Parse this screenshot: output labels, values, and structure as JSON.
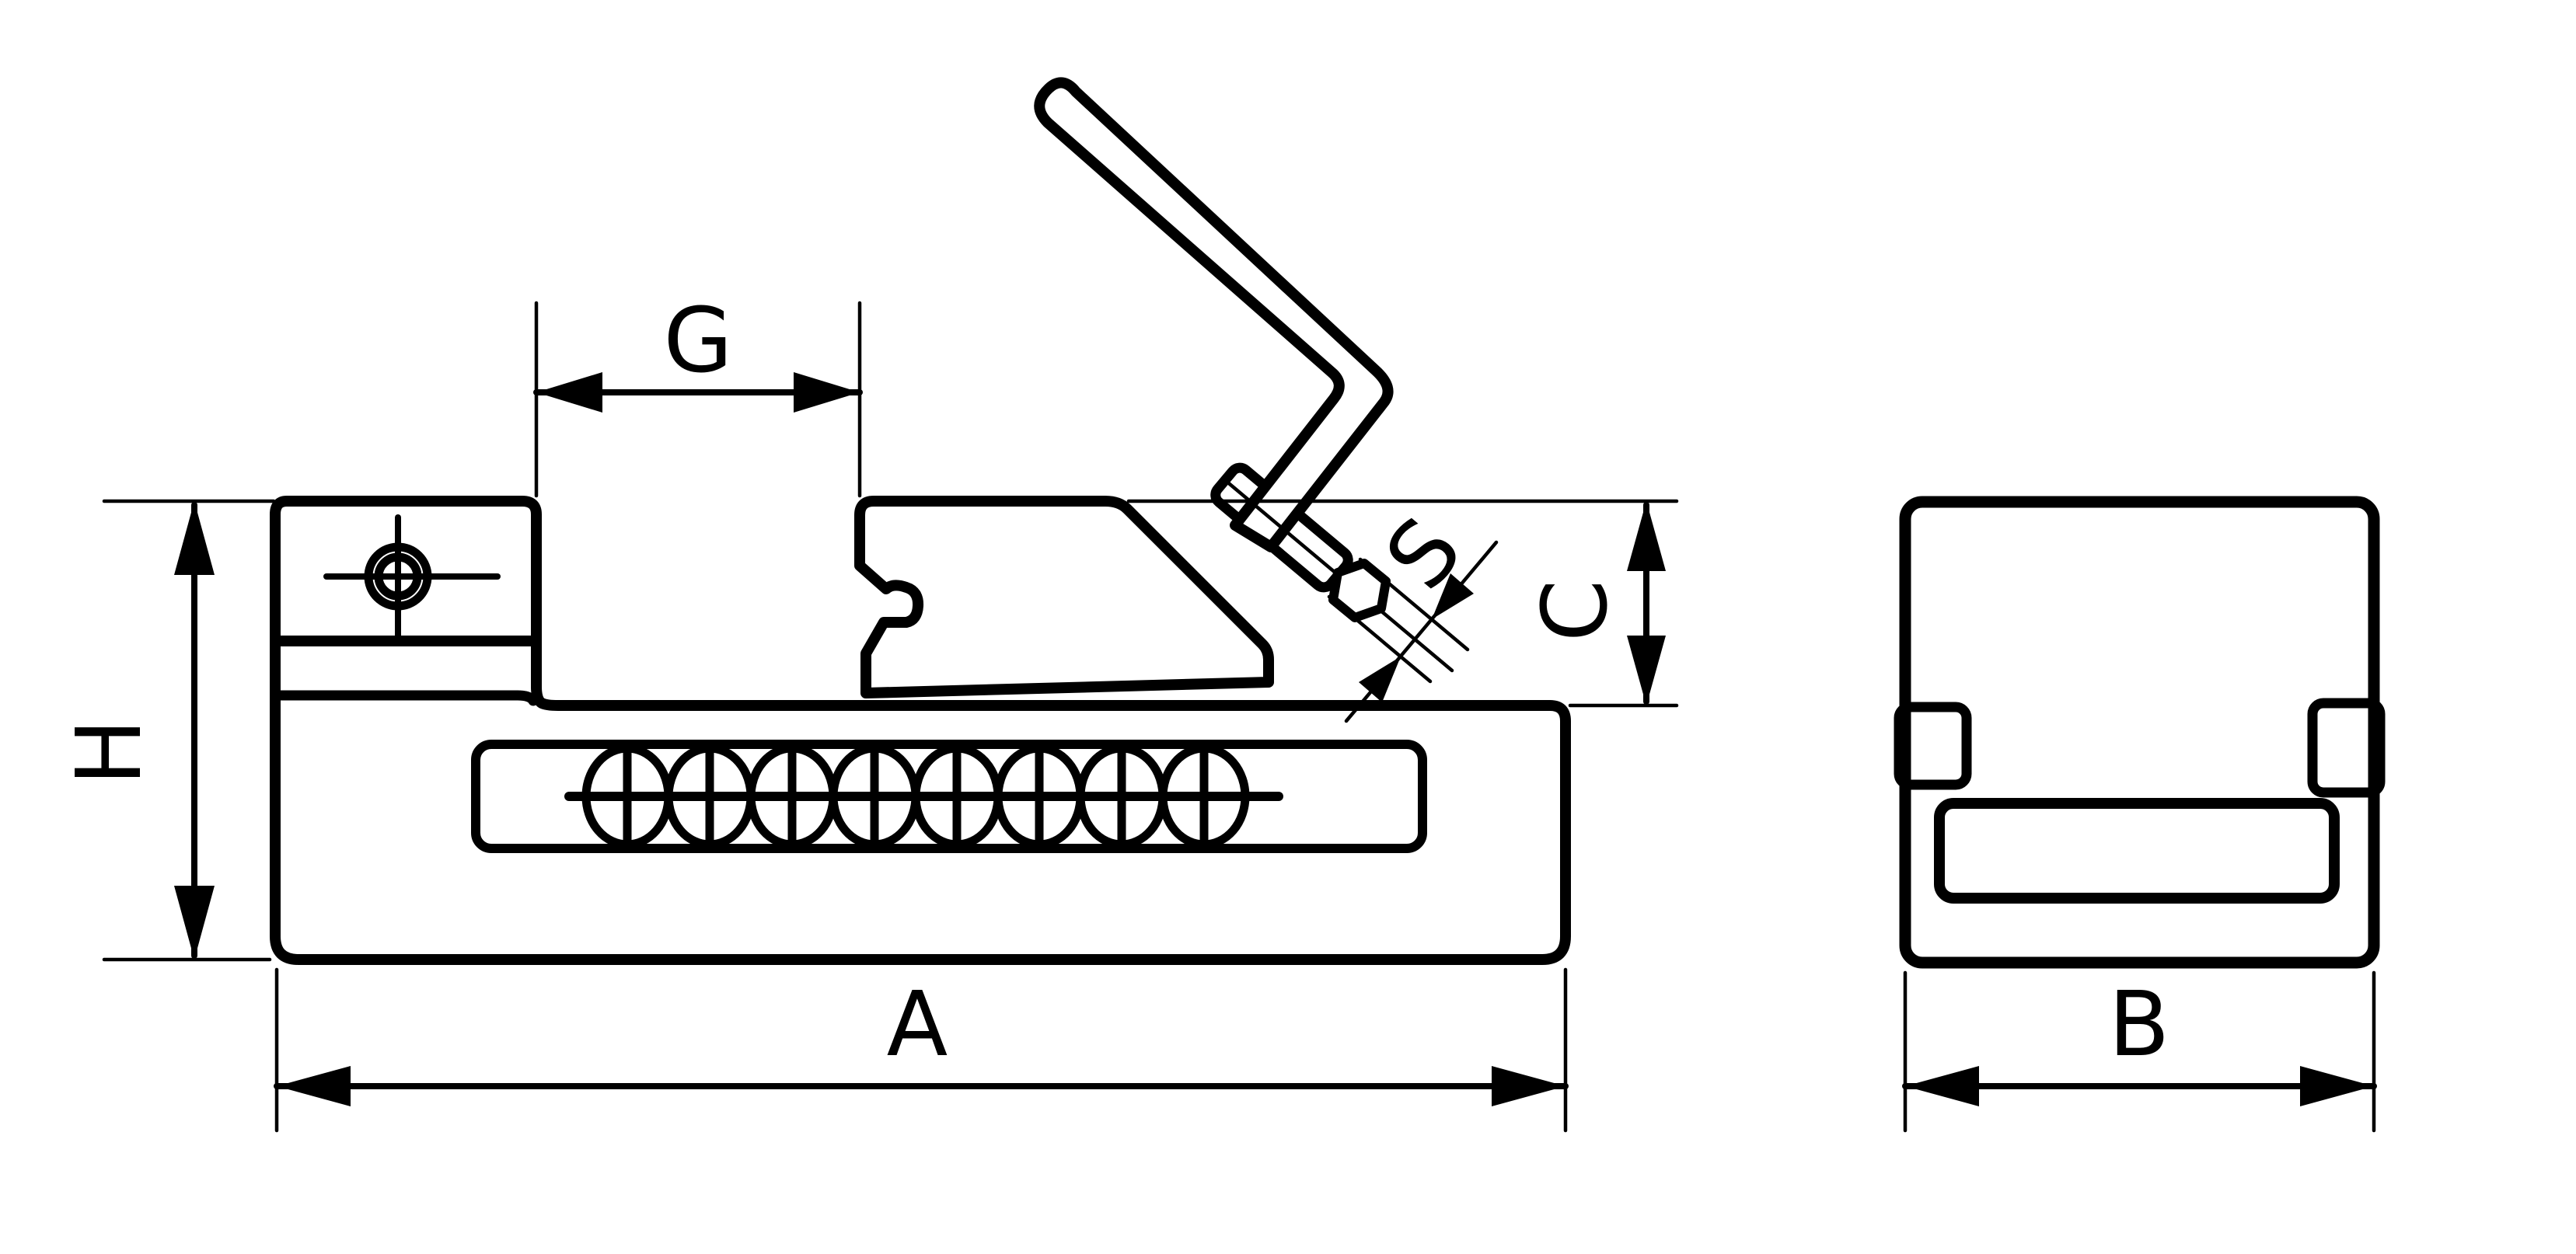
{
  "drawing": {
    "kind": "technical-drawing",
    "subject": "precision vise with hex key, front view and side view",
    "background_color": "#ffffff",
    "line_color": "#000000"
  },
  "labels": {
    "g": "G",
    "h": "H",
    "s": "S",
    "c": "C",
    "a": "A",
    "b": "B"
  }
}
